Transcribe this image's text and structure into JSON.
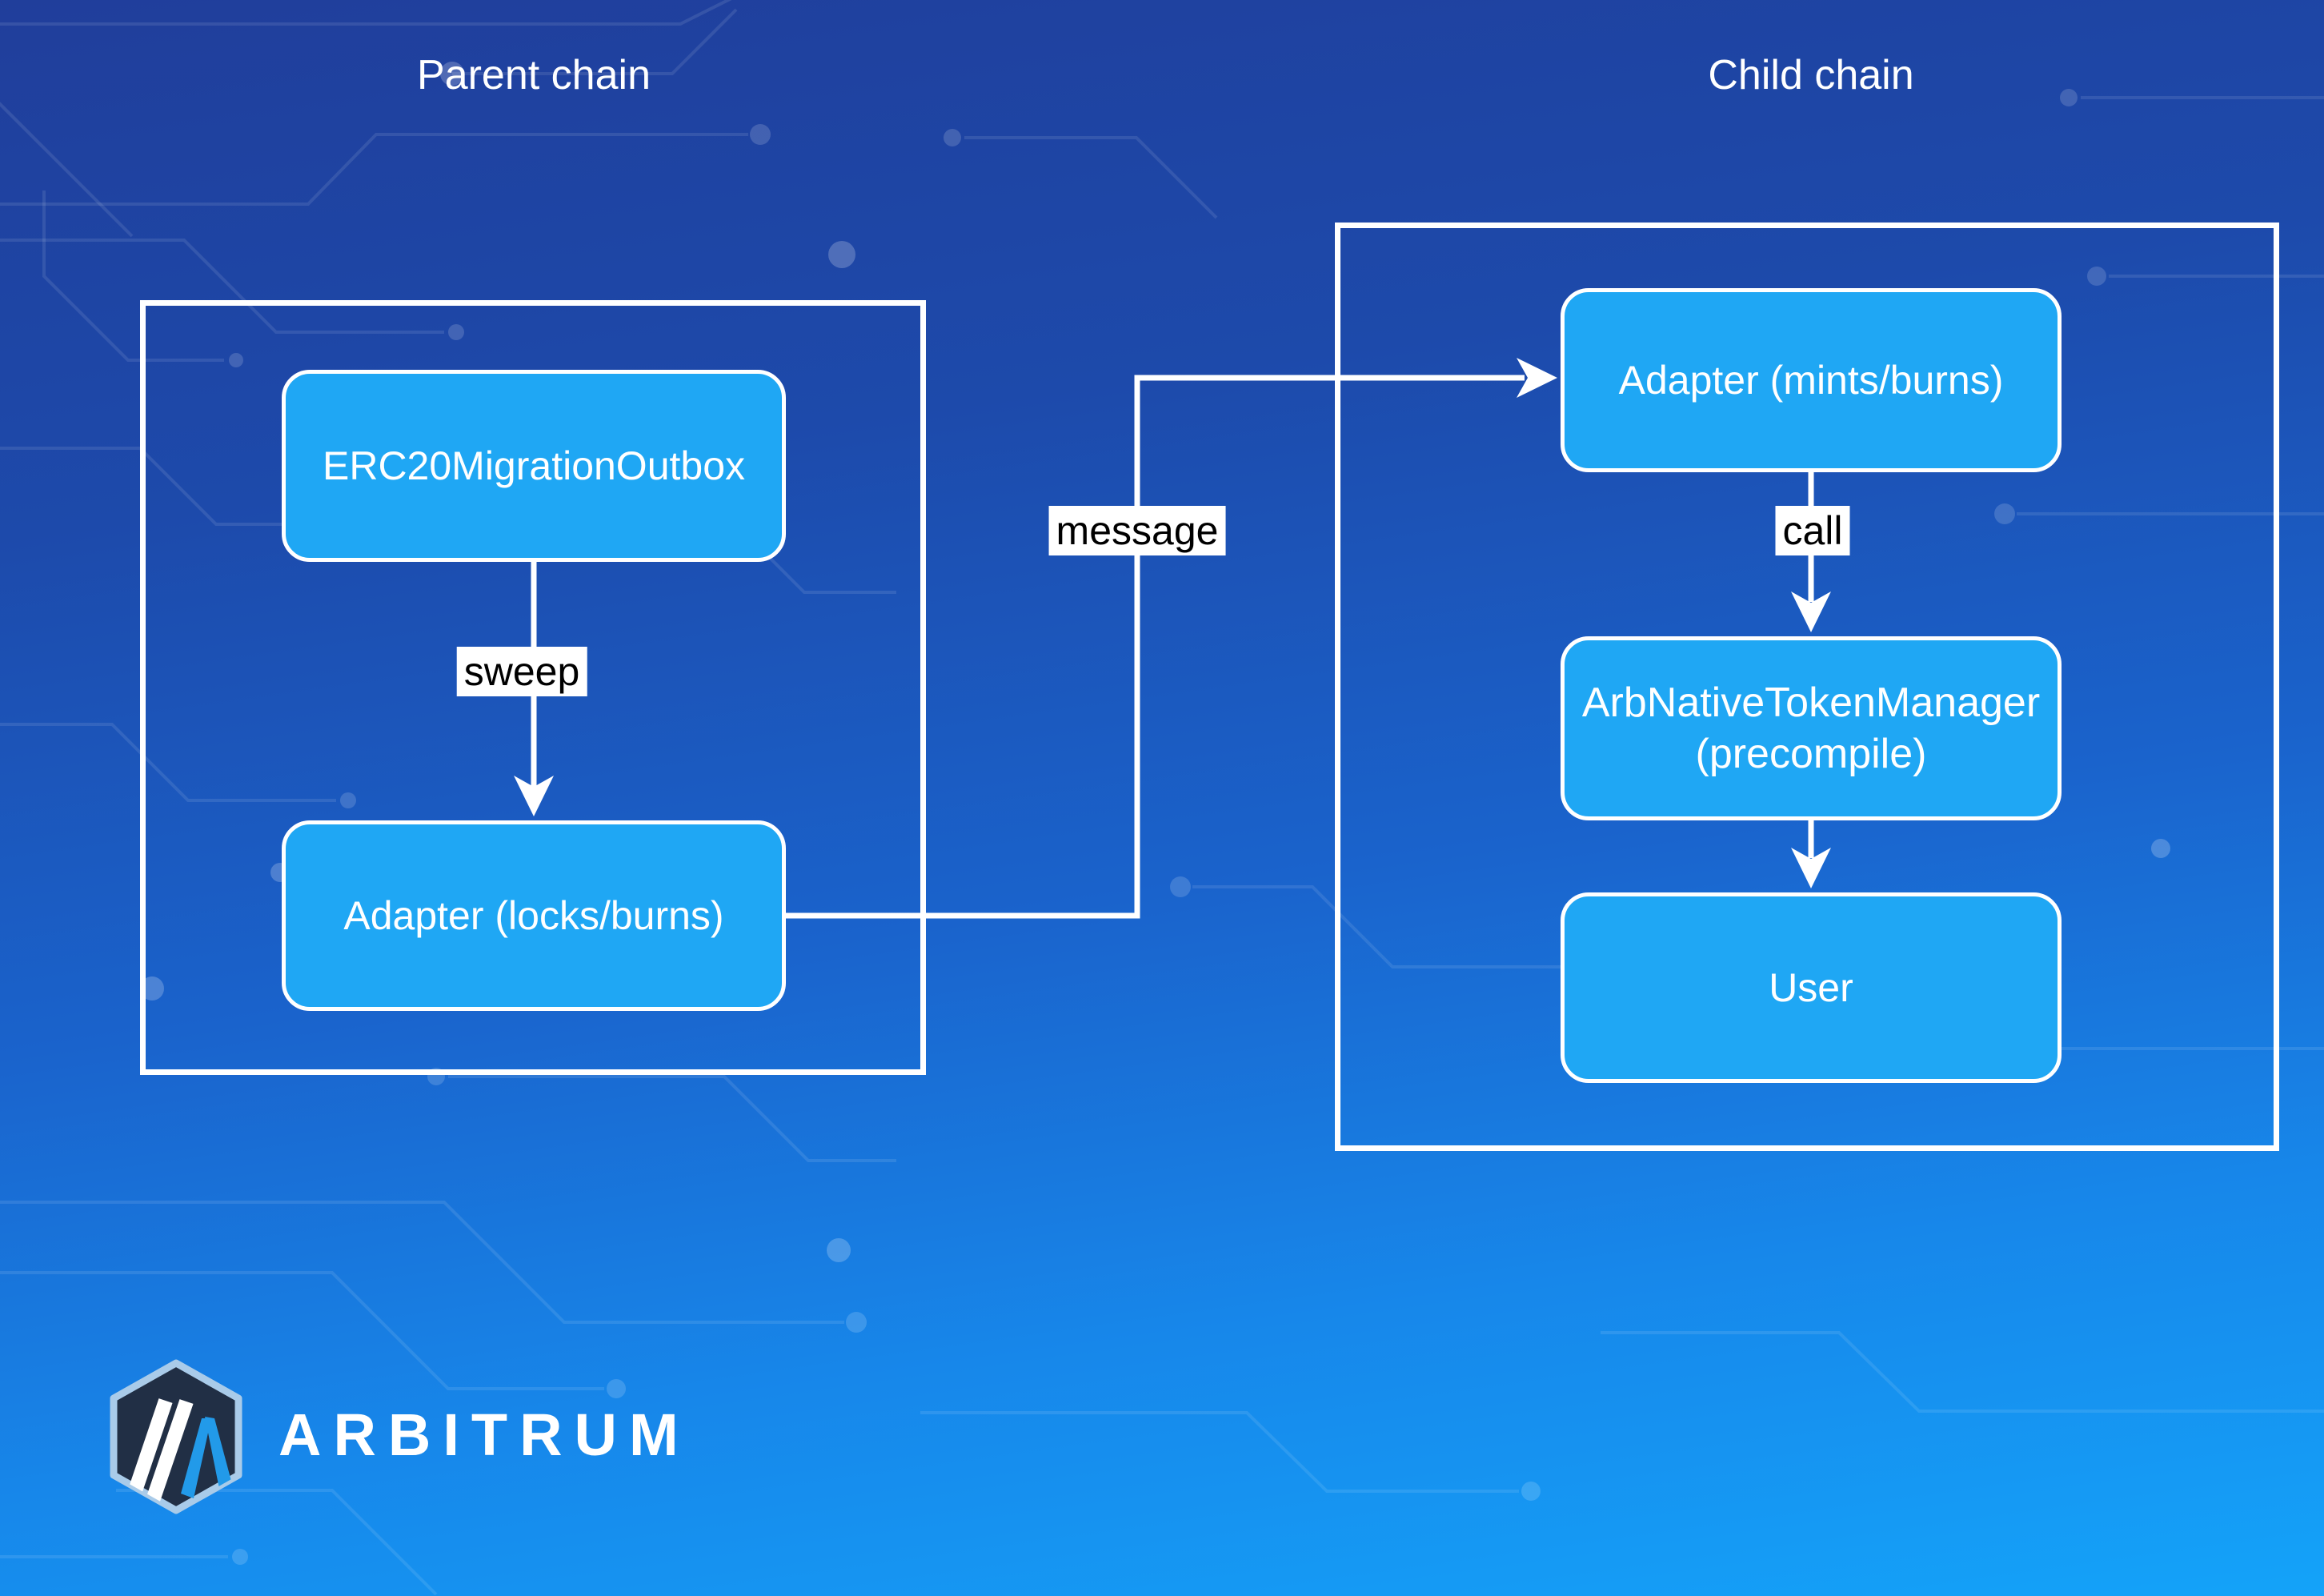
{
  "diagram": {
    "parent_chain": {
      "title": "Parent chain",
      "nodes": [
        {
          "label": "ERC20MigrationOutbox"
        },
        {
          "label": "Adapter (locks/burns)"
        }
      ]
    },
    "child_chain": {
      "title": "Child chain",
      "nodes": [
        {
          "label": "Adapter (mints/burns)"
        },
        {
          "label": "ArbNativeTokenManager",
          "label_line2": "(precompile)"
        },
        {
          "label": "User"
        }
      ]
    },
    "edges": [
      {
        "from": "ERC20MigrationOutbox",
        "to": "Adapter (locks/burns)",
        "label": "sweep"
      },
      {
        "from": "Adapter (locks/burns)",
        "to": "Adapter (mints/burns)",
        "label": "message"
      },
      {
        "from": "Adapter (mints/burns)",
        "to": "ArbNativeTokenManager (precompile)",
        "label": "call"
      },
      {
        "from": "ArbNativeTokenManager (precompile)",
        "to": "User",
        "label": ""
      }
    ]
  },
  "logo": {
    "wordmark": "ARBITRUM",
    "mark": "arbitrum-hexagon-logo"
  },
  "colors": {
    "background_top": "#203e9b",
    "background_bottom": "#14a3f9",
    "node_fill": "#1fa7f4",
    "node_border": "#ffffff",
    "frame_border": "#ffffff",
    "edge_color": "#ffffff",
    "edge_label_bg": "#ffffff",
    "edge_label_text": "#000000",
    "logo_hex_fill": "#212f45",
    "logo_hex_border": "#a9cbe9",
    "logo_accent_blue": "#229ae9"
  }
}
